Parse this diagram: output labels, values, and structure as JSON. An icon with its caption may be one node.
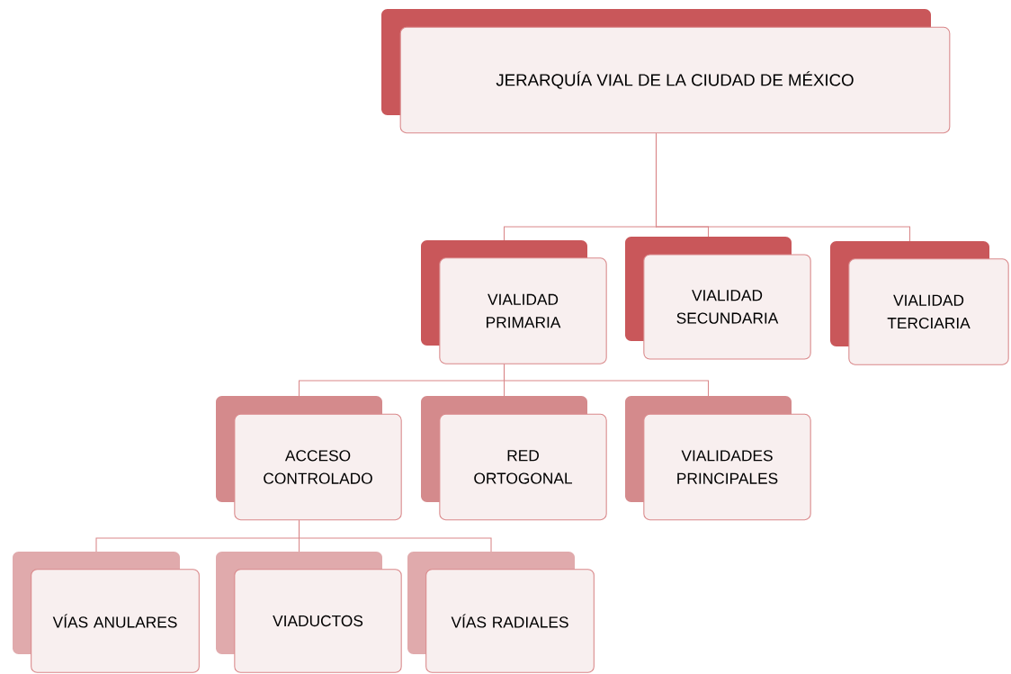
{
  "diagram": {
    "nodes": [
      {
        "text": [
          "JERARQUÍA VIAL DE LA CIUDAD DE MÉXICO"
        ]
      },
      {
        "text": [
          "VIALIDAD PRIMARIA"
        ]
      },
      {
        "text": [
          "VIALIDAD SECUNDARIA"
        ]
      },
      {
        "text": [
          "VIALIDAD TERCIARIA"
        ]
      },
      {
        "text": [
          "ACCESO CONTROLADO"
        ]
      },
      {
        "text": [
          "RED ORTOGONAL"
        ]
      },
      {
        "text": [
          "VIALIDADES PRINCIPALES"
        ]
      },
      {
        "text": [
          "VÍAS ANULARES"
        ]
      },
      {
        "text": [
          "VIADUCTOS"
        ]
      },
      {
        "text": [
          "VÍAS RADIALES"
        ]
      }
    ],
    "edges": [
      {
        "from": 0,
        "to": 1,
        "arrow": "none"
      },
      {
        "from": 0,
        "to": 2,
        "arrow": "none"
      },
      {
        "from": 0,
        "to": 3,
        "arrow": "none"
      },
      {
        "from": 1,
        "to": 4,
        "arrow": "none"
      },
      {
        "from": 1,
        "to": 5,
        "arrow": "none"
      },
      {
        "from": 1,
        "to": 6,
        "arrow": "none"
      },
      {
        "from": 4,
        "to": 7,
        "arrow": "none"
      },
      {
        "from": 4,
        "to": 8,
        "arrow": "none"
      },
      {
        "from": 4,
        "to": 9,
        "arrow": "none"
      }
    ]
  }
}
